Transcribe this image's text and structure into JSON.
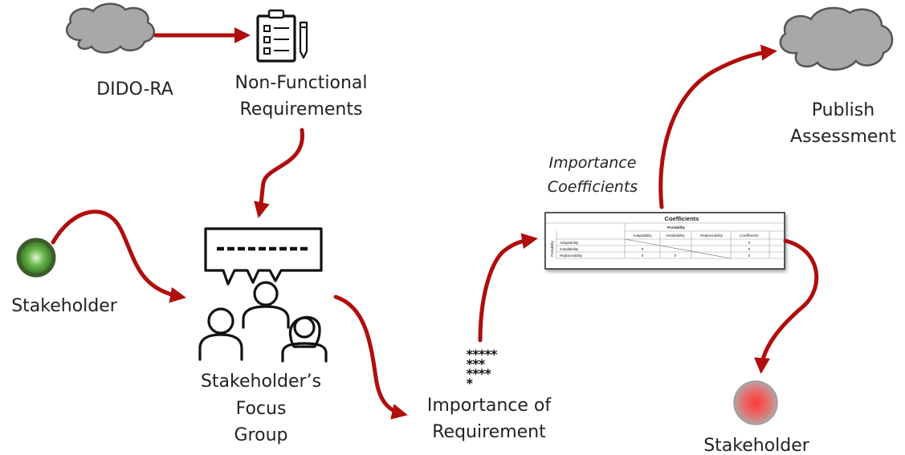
{
  "nodes": {
    "dido_ra": "DIDO-RA",
    "nfr_line1": "Non-Functional",
    "nfr_line2": "Requirements",
    "stakeholder_left": "Stakeholder",
    "focus_line1": "Stakeholder’s",
    "focus_line2": "Focus",
    "focus_line3": "Group",
    "importance_line1": "Importance of",
    "importance_line2": "Requirement",
    "coef_line1": "Importance",
    "coef_line2": "Coefficients",
    "publish_line1": "Publish",
    "publish_line2": "Assessment",
    "stakeholder_right": "Stakeholder"
  },
  "stars": [
    "*****",
    "***",
    "****",
    "*"
  ],
  "table": {
    "title": "Coefficients",
    "group_header": "Portability",
    "side_label": "Portability",
    "columns": [
      "Adaptability",
      "Installability",
      "Replaceability",
      "Coefficients"
    ],
    "rows": [
      {
        "label": "Adaptability",
        "cells": [
          "",
          "",
          "",
          "0"
        ]
      },
      {
        "label": "Installability",
        "cells": [
          "0",
          "",
          "",
          "0"
        ]
      },
      {
        "label": "Replaceability",
        "cells": [
          "0",
          "0",
          "",
          "0"
        ]
      }
    ]
  },
  "colors": {
    "arrow": "#b00d0d",
    "cloud": "#a8a8a8",
    "stakeholder_green": "#2f8a24",
    "stakeholder_red": "#e01818"
  },
  "icons": [
    "cloud-icon",
    "checklist-icon",
    "focus-group-icon",
    "speech-bubble-icon",
    "table-icon"
  ]
}
